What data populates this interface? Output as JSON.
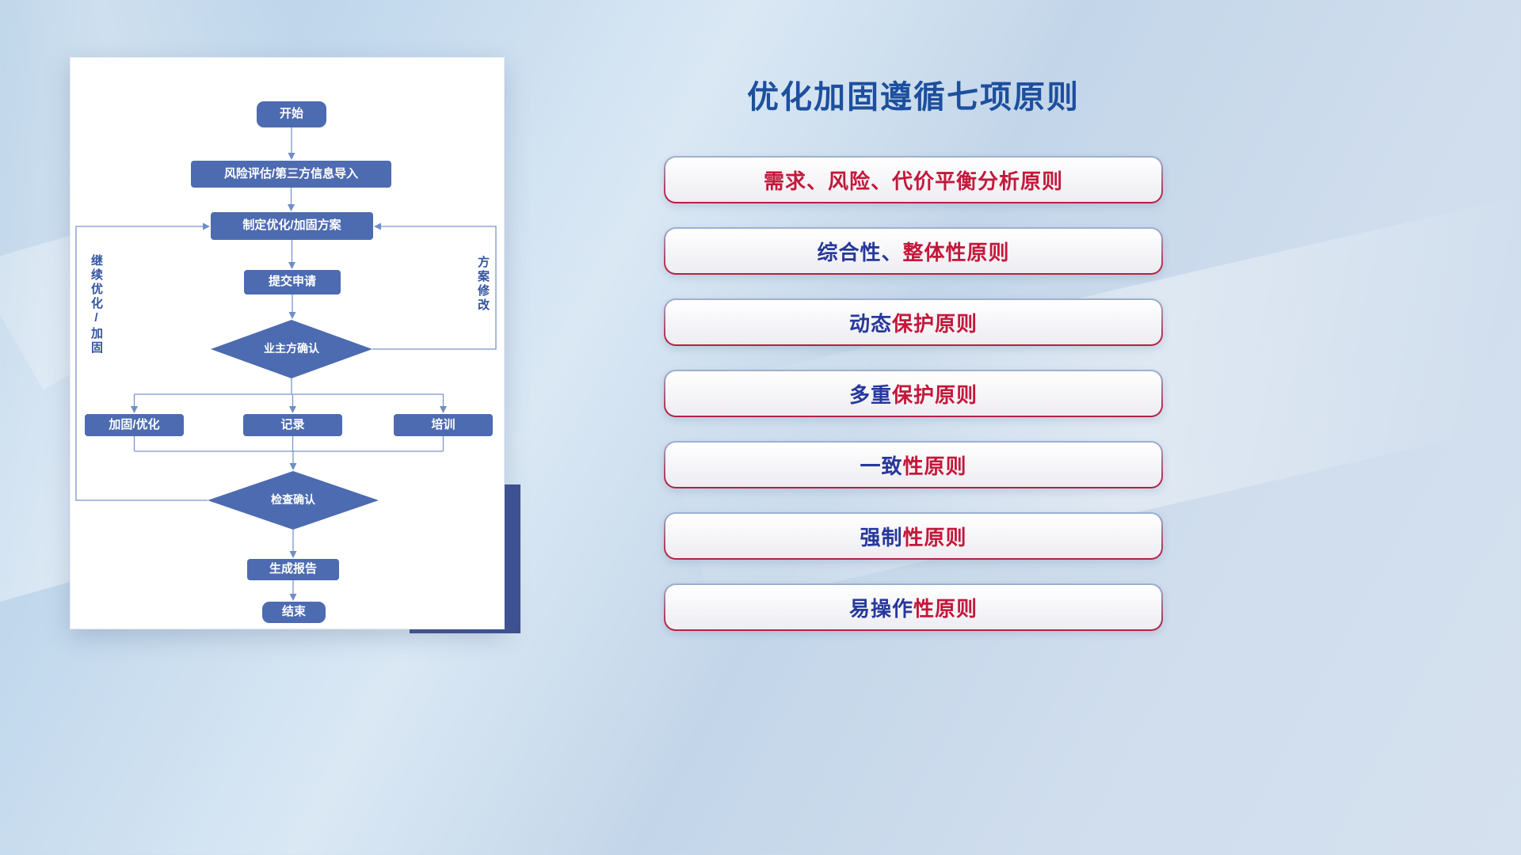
{
  "slide": {
    "title": "优化加固遵循七项原则"
  },
  "flowchart": {
    "nodes": {
      "start": "开始",
      "risk": "风险评估/第三方信息导入",
      "plan": "制定优化/加固方案",
      "submit": "提交申请",
      "owner_confirm": "业主方确认",
      "harden": "加固/优化",
      "record": "记录",
      "train": "培训",
      "check_confirm": "检查确认",
      "report": "生成报告",
      "end": "结束"
    },
    "edge_labels": {
      "continue_optimize": "继续优化/加固",
      "plan_revise": "方案修改"
    }
  },
  "principles": [
    {
      "prefix": "",
      "suffix": "需求、风险、代价平衡分析原则"
    },
    {
      "prefix": "综合性、",
      "suffix": "整体性原则"
    },
    {
      "prefix": "动态",
      "suffix": "保护原则"
    },
    {
      "prefix": "多重",
      "suffix": "保护原则"
    },
    {
      "prefix": "一致",
      "suffix": "性原则"
    },
    {
      "prefix": "强制",
      "suffix": "性原则"
    },
    {
      "prefix": "易操作",
      "suffix": "性原则"
    }
  ],
  "colors": {
    "title_blue": "#1d4f9e",
    "principle_navy": "#27389b",
    "principle_red": "#c3183a",
    "node_blue": "#4d6bb0",
    "connector_blue": "#7b95cc",
    "accent_block_blue": "#3e5192"
  }
}
